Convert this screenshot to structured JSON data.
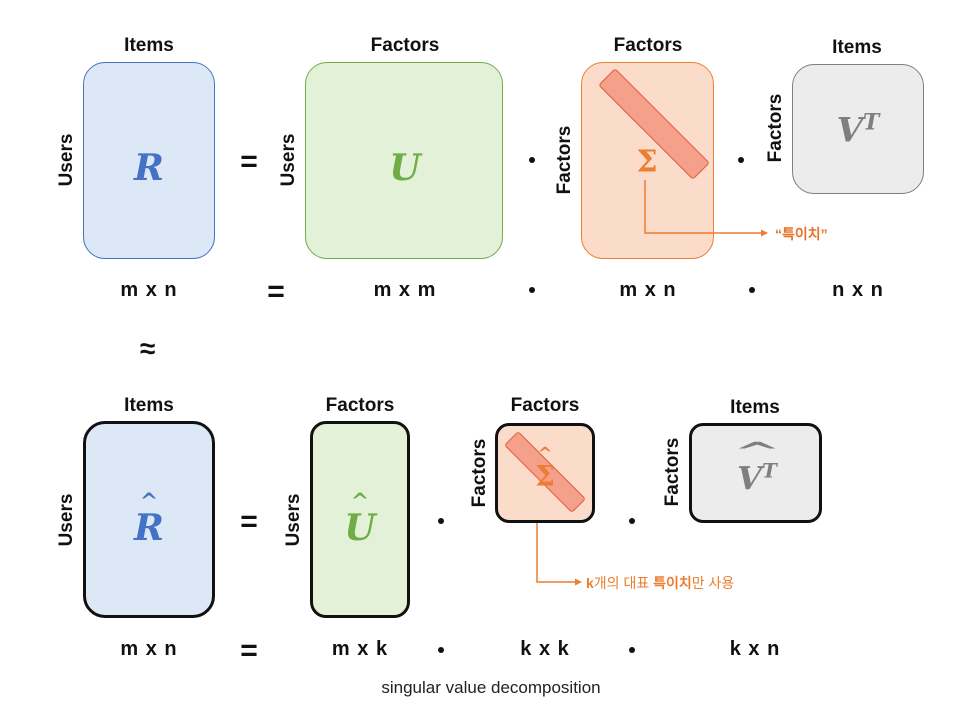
{
  "top": {
    "R": {
      "header": "Items",
      "side": "Users",
      "symbol": "R",
      "dim": "m x n"
    },
    "equals": "=",
    "U": {
      "header": "Factors",
      "side": "Users",
      "symbol": "U",
      "dim": "m x m"
    },
    "S": {
      "header": "Factors",
      "side": "Factors",
      "symbol": "Σ",
      "dim": "m x n"
    },
    "V": {
      "header": "Items",
      "side": "Factors",
      "symbol": "V",
      "sup": "T",
      "dim": "n x n"
    },
    "annotation": "“특이치”",
    "dim_equals": "="
  },
  "approx": "≈",
  "bottom": {
    "R": {
      "header": "Items",
      "side": "Users",
      "symbol": "R",
      "dim": "m x n"
    },
    "equals": "=",
    "U": {
      "header": "Factors",
      "side": "Users",
      "symbol": "U",
      "dim": "m x k"
    },
    "S": {
      "header": "Factors",
      "side": "Factors",
      "symbol": "Σ",
      "dim": "k x k"
    },
    "V": {
      "header": "Items",
      "side": "Factors",
      "symbol": "V",
      "sup": "T",
      "dim": "k x n"
    },
    "annotation": {
      "k": "k",
      "a": "개의 대표 ",
      "b": "특이치",
      "c": "만 사용"
    },
    "dim_equals": "="
  },
  "caption": "singular value decomposition",
  "colors": {
    "blue_fill": "#dde8f6",
    "blue_border": "#4472c4",
    "blue_text": "#4472c4",
    "green_fill": "#e3f1d8",
    "green_border": "#70ad47",
    "green_text": "#70ad47",
    "orange_fill": "#fbdcca",
    "orange_border": "#ed7d31",
    "orange_text": "#ed7d31",
    "gray_fill": "#ececec",
    "gray_border": "#7f7f7f",
    "gray_text": "#7f7f7f"
  }
}
